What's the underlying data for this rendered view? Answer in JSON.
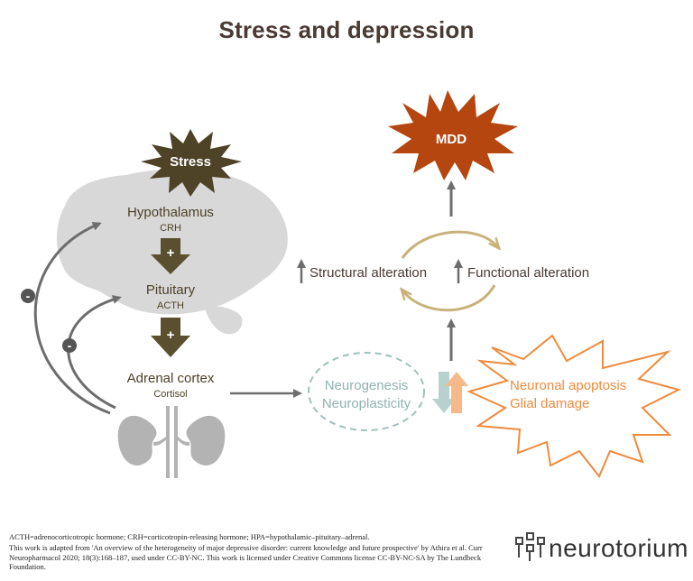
{
  "title": "Stress and depression",
  "nodes": {
    "stress": "Stress",
    "mdd": "MDD",
    "hypothalamus": "Hypothalamus",
    "crh": "CRH",
    "pituitary": "Pituitary",
    "acth": "ACTH",
    "adrenal_cortex": "Adrenal cortex",
    "cortisol": "Cortisol",
    "plus_1": "+",
    "plus_2": "+",
    "minus_1": "-",
    "minus_2": "-",
    "structural_alteration": "Structural alteration",
    "functional_alteration": "Functional alteration",
    "neurogenesis": "Neurogenesis",
    "neuroplasticity": "Neuroplasticity",
    "neuronal_apoptosis": "Neuronal apoptosis",
    "glial_damage": "Glial damage"
  },
  "footer": {
    "abbreviations": "ACTH=adrenocorticotropic hormone; CRH=corticotropin-releasing hormone; HPA=hypothalamic–pituitary–adrenal.",
    "attribution": "This work is adapted from 'An overview of the heterogeneity of major depressive disorder: current knowledge and future prospective' by Athira et al. Curr Neuropharmacol 2020; 18(3):168–187, used under CC-BY-NC. This work is licensed under Creative Commons license CC-BY-NC-SA by The Lundbeck Foundation."
  },
  "logo": {
    "text": "neurotorium"
  },
  "colors": {
    "title": "#4a3a33",
    "dark_brown": "#4e4227",
    "arrow_brown": "#5a5030",
    "mdd": "#b5460f",
    "orange": "#f08a3c",
    "teal": "#8fb3b0",
    "gray": "#6d6d6d",
    "gold": "#c8b27a"
  }
}
